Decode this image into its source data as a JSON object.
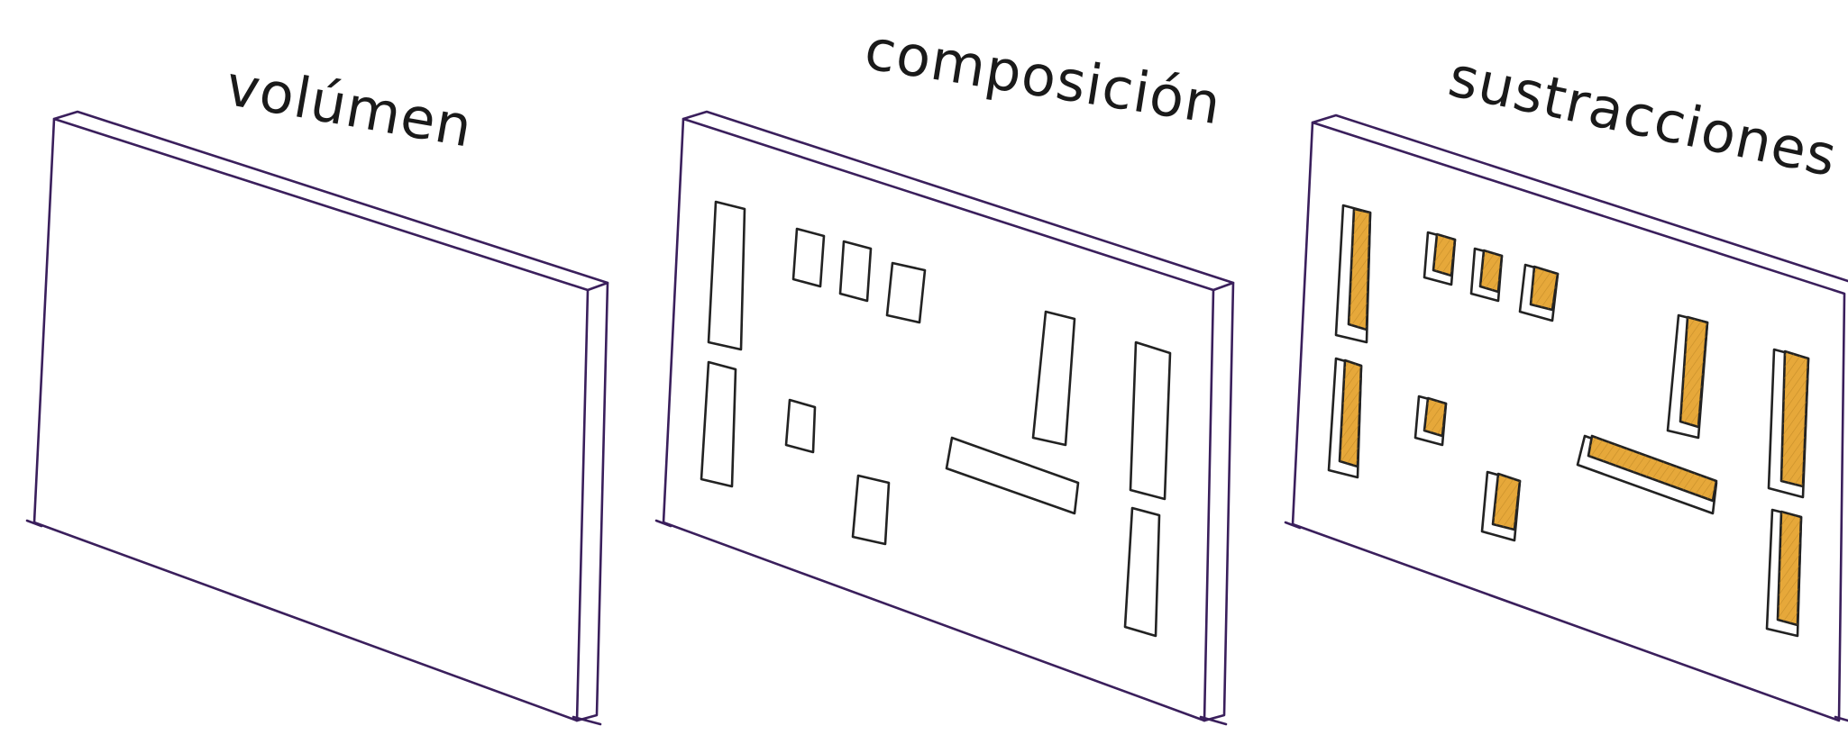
{
  "panels": [
    {
      "id": "volumen",
      "title": "volúmen"
    },
    {
      "id": "composicion",
      "title": "composición"
    },
    {
      "id": "sustracciones",
      "title": "sustracciones"
    }
  ],
  "colors": {
    "outline": "#3a1f5c",
    "opening_outline": "#222222",
    "subtraction_fill": "#e6a83a",
    "background": "#ffffff"
  }
}
